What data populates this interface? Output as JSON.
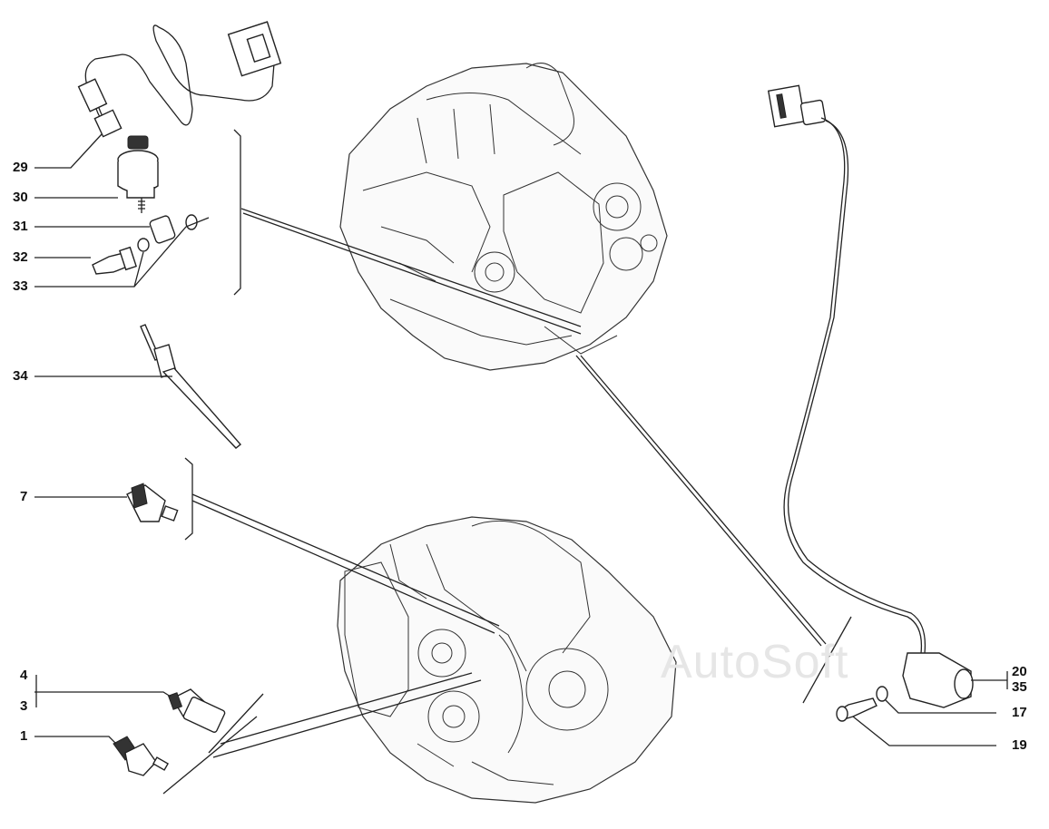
{
  "watermark": "AutoSoft",
  "callouts": {
    "c29": "29",
    "c30": "30",
    "c31": "31",
    "c32": "32",
    "c33": "33",
    "c34": "34",
    "c7": "7",
    "c4": "4",
    "c3": "3",
    "c1": "1",
    "c20": "20",
    "c35": "35",
    "c17": "17",
    "c19": "19"
  },
  "colors": {
    "line": "#222222",
    "background": "#ffffff",
    "watermark": "#e6e6e6"
  }
}
